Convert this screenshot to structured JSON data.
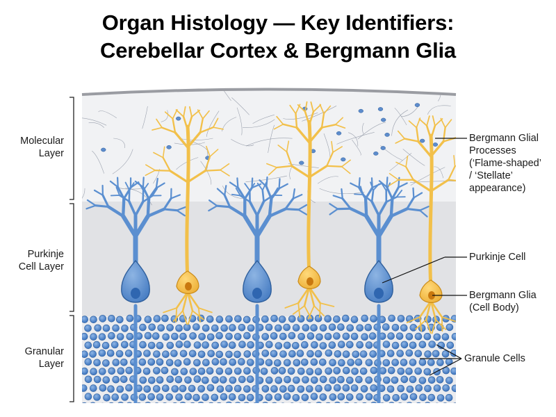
{
  "title": {
    "line1": "Organ Histology — Key Identifiers:",
    "line2": "Cerebellar Cortex & Bergmann Glia"
  },
  "layers": {
    "molecular": {
      "line1": "Molecular",
      "line2": "Layer"
    },
    "purkinje": {
      "line1": "Purkinje",
      "line2": "Cell Layer"
    },
    "granular": {
      "line1": "Granular",
      "line2": "Layer"
    }
  },
  "callouts": {
    "bergmann_processes": {
      "line1": "Bergmann Glial",
      "line2": "Processes",
      "line3": "(‘Flame-shaped’",
      "line4": "/ ‘Stellate’",
      "line5": "appearance)"
    },
    "purkinje_cell": "Purkinje Cell",
    "bergmann_body": {
      "line1": "Bergmann Glia",
      "line2": "(Cell Body)"
    },
    "granule_cells": "Granule Cells"
  },
  "colors": {
    "purkinje": "#5b8fd0",
    "purkinje_outline": "#2f5f9c",
    "bergmann": "#f2c04a",
    "bergmann_outline": "#c98a18",
    "bergmann_nucleus": "#c9780f",
    "granule": "#4a82c8",
    "molecular_bg": "#f1f2f4",
    "purkinje_bg": "#e2e3e6",
    "granular_bg": "#ecedf0",
    "leader": "#111111"
  }
}
